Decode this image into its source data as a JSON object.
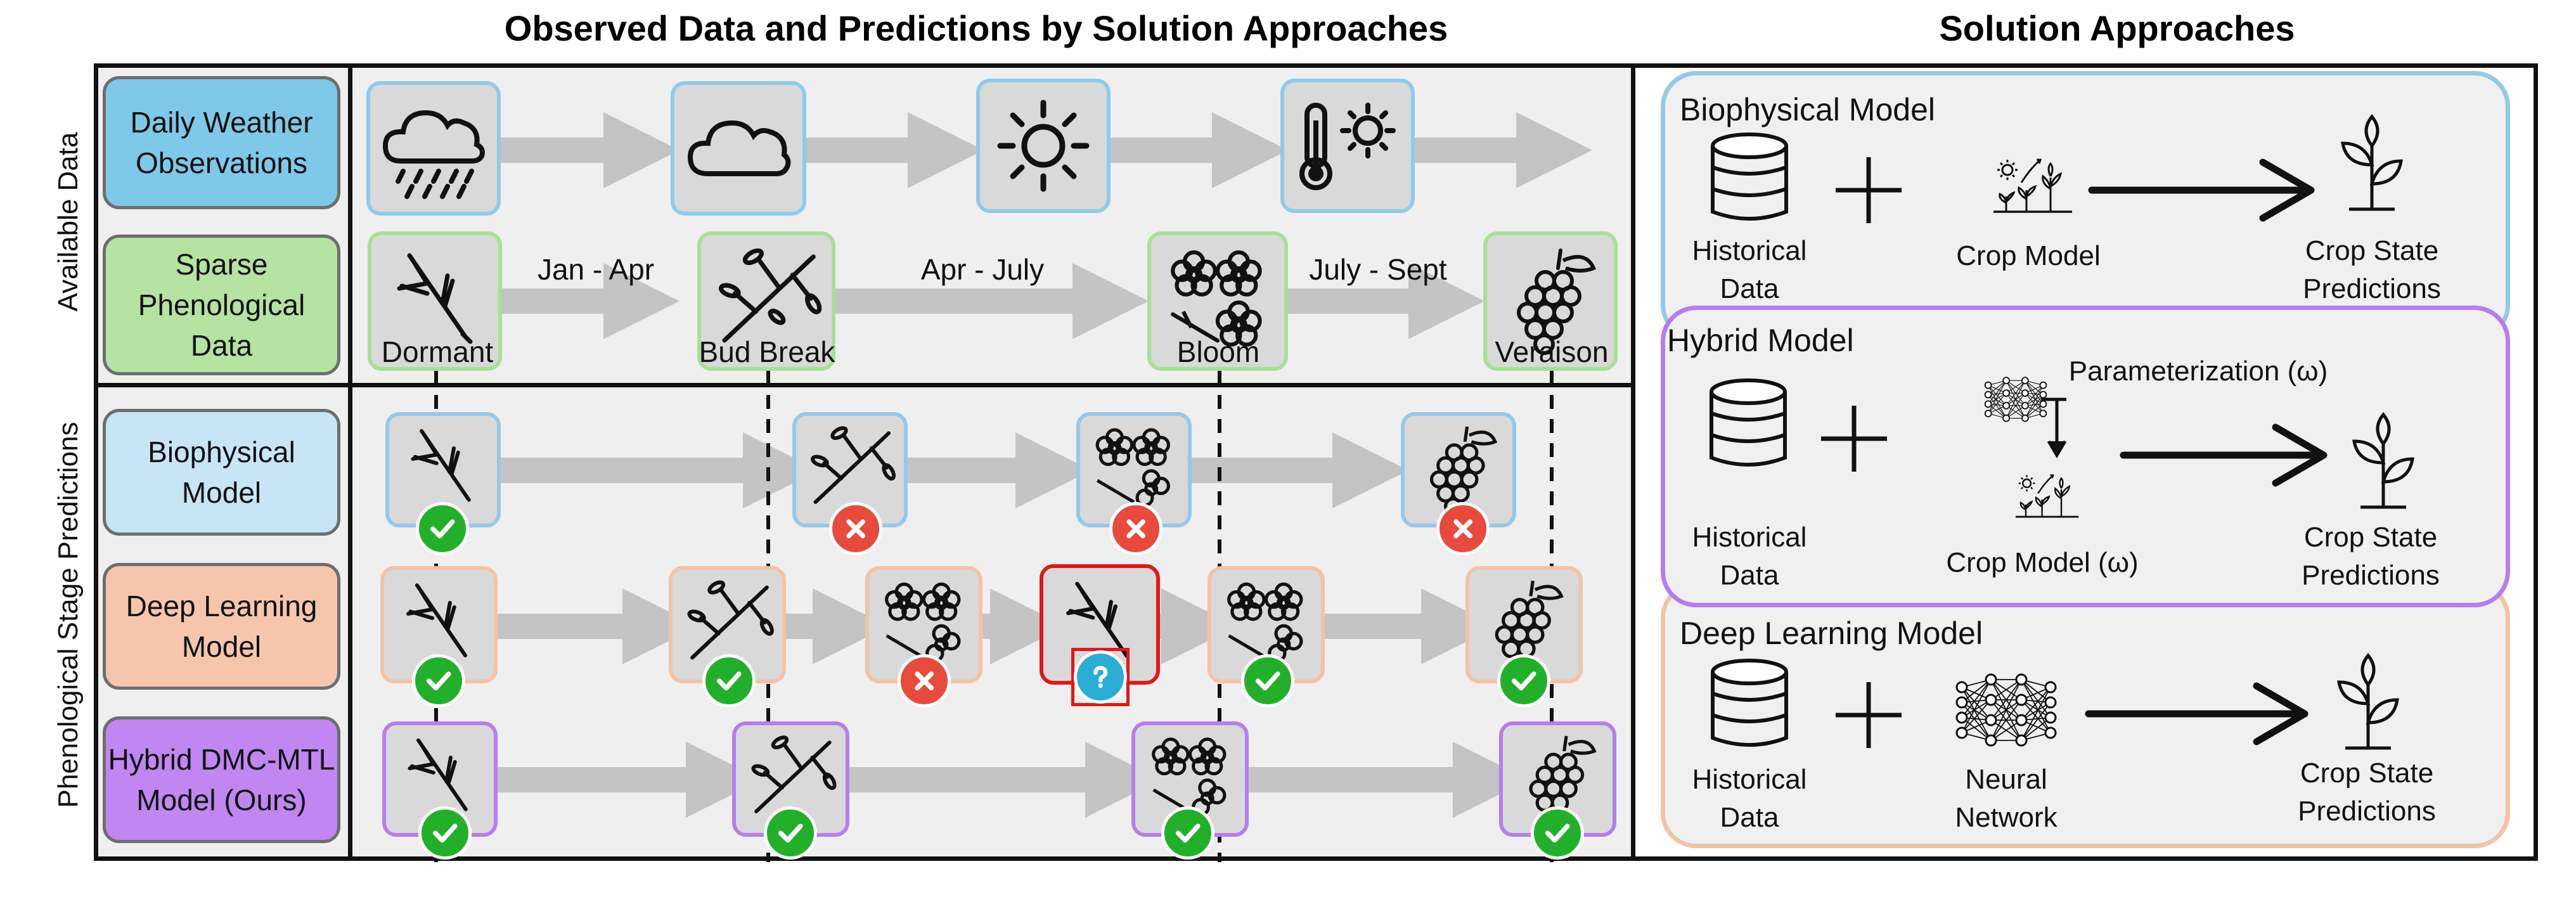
{
  "titles": {
    "left": "Observed Data and Predictions by Solution Approaches",
    "right": "Solution Approaches"
  },
  "side_labels": {
    "available": "Available Data",
    "predictions": "Phenological Stage Predictions"
  },
  "rows": {
    "weather": "Daily Weather Observations",
    "phenological": "Sparse Phenological Data",
    "biophysical": "Biophysical Model",
    "deep_learning": "Deep Learning Model",
    "hybrid": "Hybrid DMC-MTL Model (Ours)"
  },
  "stages": [
    "Dormant",
    "Bud Break",
    "Bloom",
    "Veraison"
  ],
  "periods": [
    "Jan - Apr",
    "Apr - July",
    "July - Sept"
  ],
  "icons": {
    "weather": [
      "rain-cloud-icon",
      "cloud-icon",
      "sun-icon",
      "thermometer-sun-icon"
    ],
    "stages": [
      "dormant-branch-icon",
      "bud-break-branch-icon",
      "bloom-flowers-icon",
      "veraison-grapes-icon"
    ]
  },
  "predictions": {
    "biophysical": [
      {
        "stage": "dormant",
        "result": "correct"
      },
      {
        "stage": "bud-break",
        "result": "incorrect"
      },
      {
        "stage": "bloom",
        "result": "incorrect"
      },
      {
        "stage": "veraison",
        "result": "incorrect"
      }
    ],
    "deep_learning": [
      {
        "stage": "dormant",
        "result": "correct"
      },
      {
        "stage": "bud-break",
        "result": "correct"
      },
      {
        "stage": "bloom",
        "result": "incorrect"
      },
      {
        "stage": "dormant",
        "result": "unknown"
      },
      {
        "stage": "bloom",
        "result": "correct"
      },
      {
        "stage": "veraison",
        "result": "correct"
      }
    ],
    "hybrid": [
      {
        "stage": "dormant",
        "result": "correct"
      },
      {
        "stage": "bud-break",
        "result": "correct"
      },
      {
        "stage": "bloom",
        "result": "correct"
      },
      {
        "stage": "veraison",
        "result": "correct"
      }
    ]
  },
  "approaches": {
    "biophysical": {
      "title": "Biophysical Model",
      "input": "Historical Data",
      "model": "Crop Model",
      "output": "Crop State Predictions"
    },
    "hybrid": {
      "title": "Hybrid Model",
      "input": "Historical Data",
      "param": "Parameterization (ω)",
      "model": "Crop Model (ω)",
      "output": "Crop State Predictions"
    },
    "deep_learning": {
      "title": "Deep Learning Model",
      "input": "Historical Data",
      "model": "Neural Network",
      "output": "Crop State Predictions"
    }
  },
  "colors": {
    "weather": "#7ec8e8",
    "phenological": "#b4e3a2",
    "biophysical": "#c6e6f6",
    "deep_learning": "#f6c6ac",
    "hybrid": "#c186f2",
    "biophysical_border": "#93c9ea",
    "phenological_border": "#a8df95",
    "deep_learning_border": "#f3c3a5",
    "hybrid_border": "#b57ef0",
    "correct": "#22b02a",
    "incorrect": "#e84a3c",
    "unknown": "#2aaed6",
    "unknown_border": "#e01818"
  }
}
